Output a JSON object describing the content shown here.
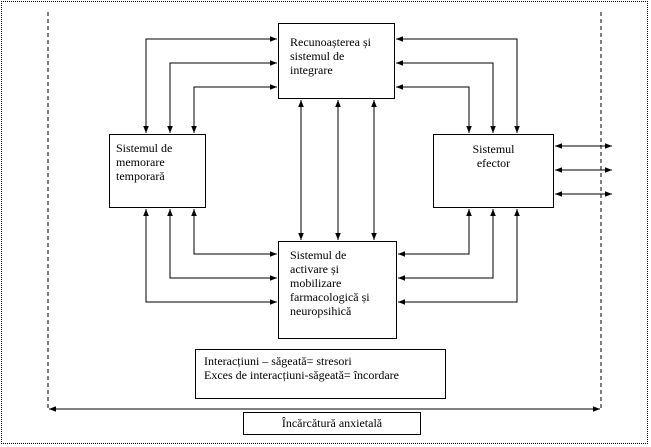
{
  "boxes": {
    "recognition": {
      "lines": [
        "Recunoașterea și",
        "sistemul de",
        "integrare"
      ]
    },
    "memory": {
      "lines": [
        "Sistemul de",
        "memorare",
        "temporară"
      ]
    },
    "effector": {
      "lines": [
        "Sistemul",
        "efector"
      ]
    },
    "activation": {
      "lines": [
        "Sistemul de",
        "activare și",
        "mobilizare",
        "farmacologică și",
        "neuropsihică"
      ]
    }
  },
  "legend": {
    "line1": "Interacțiuni – săgeată= stresori",
    "line2": "Exces de interacțiuni-săgeată= încordare"
  },
  "anxiety_label": "Încărcătură anxietală",
  "colors": {
    "stroke": "#000000",
    "background": "#ffffff"
  }
}
